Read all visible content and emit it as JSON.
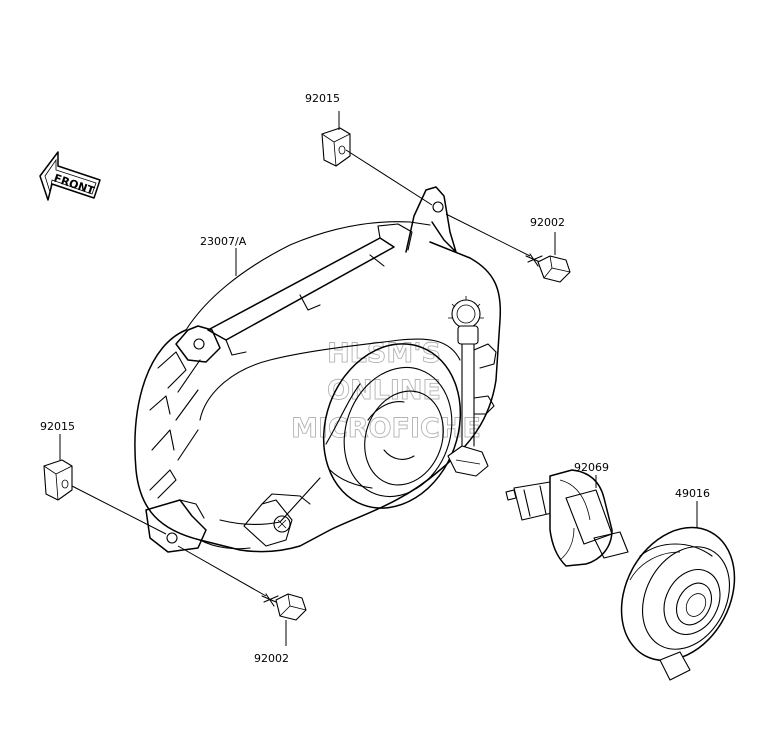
{
  "direction_label": "FRONT",
  "watermark": [
    "HLSM'S",
    "ONLINE",
    "MICROFICHE"
  ],
  "parts": {
    "clip_top": "92015",
    "clip_left": "92015",
    "bolt_right": "92002",
    "bolt_bottom": "92002",
    "headlight_unit": "23007/A",
    "bulb": "92069",
    "bulb_cover": "49016"
  }
}
